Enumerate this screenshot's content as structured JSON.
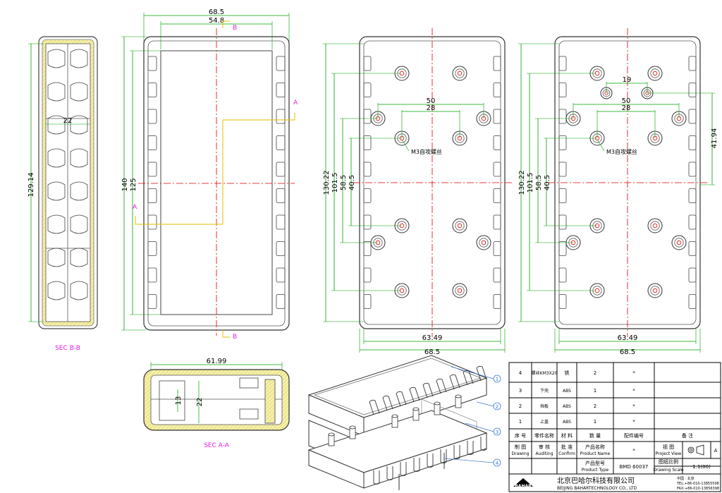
{
  "views": {
    "sec_bb": {
      "label": "SEC B-B",
      "dim_height": "129.14",
      "dim_width": "22"
    },
    "front": {
      "dim_outer_width": "68.5",
      "dim_inner_width": "54.8",
      "dim_height_outer": "140",
      "dim_height_inner": "125",
      "marker_a": "A",
      "marker_b": "B"
    },
    "bottom1": {
      "dims_v": [
        "130.22",
        "101.5",
        "58.5",
        "40.5"
      ],
      "dim_50": "50",
      "dim_28": "28",
      "note": "M3自攻螺丝",
      "dim_width_inner": "63.49",
      "dim_width_outer": "68.5"
    },
    "bottom2": {
      "dims_v": [
        "130.22",
        "101.5",
        "58.5",
        "40.5"
      ],
      "dim_19": "19",
      "dim_50": "50",
      "dim_28": "28",
      "dim_right": "41.94",
      "note": "M3自攻螺丝",
      "dim_width_inner": "63.49",
      "dim_width_outer": "68.5"
    },
    "sec_aa": {
      "label": "SEC A-A",
      "dim_width": "61.99",
      "dim_13": "13",
      "dim_22": "22"
    }
  },
  "balloons": [
    "1",
    "2",
    "3",
    "4"
  ],
  "title_block": {
    "parts": [
      {
        "no": "4",
        "name": "螺丝KM3X20",
        "material": "铁",
        "qty": "2",
        "code": "*",
        "remark": ""
      },
      {
        "no": "3",
        "name": "下壳",
        "material": "ABS",
        "qty": "1",
        "code": "*",
        "remark": ""
      },
      {
        "no": "2",
        "name": "挡板",
        "material": "ABS",
        "qty": "2",
        "code": "*",
        "remark": ""
      },
      {
        "no": "1",
        "name": "上盖",
        "material": "ABS",
        "qty": "1",
        "code": "*",
        "remark": ""
      }
    ],
    "header": {
      "no": "序 号",
      "name": "零件名称",
      "material": "材 料",
      "qty": "数 量",
      "code": "配件编号",
      "remark": "备 注"
    },
    "drawing": "制 图",
    "drawing_en": "Drawing",
    "auditing": "审 核",
    "auditing_en": "Auditing",
    "confirm": "批 准",
    "confirm_en": "Confirm",
    "product_name": "产品名称",
    "product_name_en": "Product Name",
    "product_name_val": "*",
    "product_type": "产品型号",
    "product_type_en": "Product Type",
    "product_type_val": "BMD 60037",
    "projection": "视 图",
    "projection_en": "Project View",
    "projection_val": "A",
    "scale": "图纸比例",
    "scale_en": "Drawing Scale",
    "scale_val": "1:1(00)",
    "company_cn": "北京巴哈尔科技有限公司",
    "company_en": "BEIJING BAHARTECHNOLOGY CO., LTD",
    "logo": "BAHAR",
    "contact_1": "中国 · 北京",
    "contact_2": "TEL:+86-010-13855598",
    "contact_3": "FAX:+86-010-13856398"
  }
}
